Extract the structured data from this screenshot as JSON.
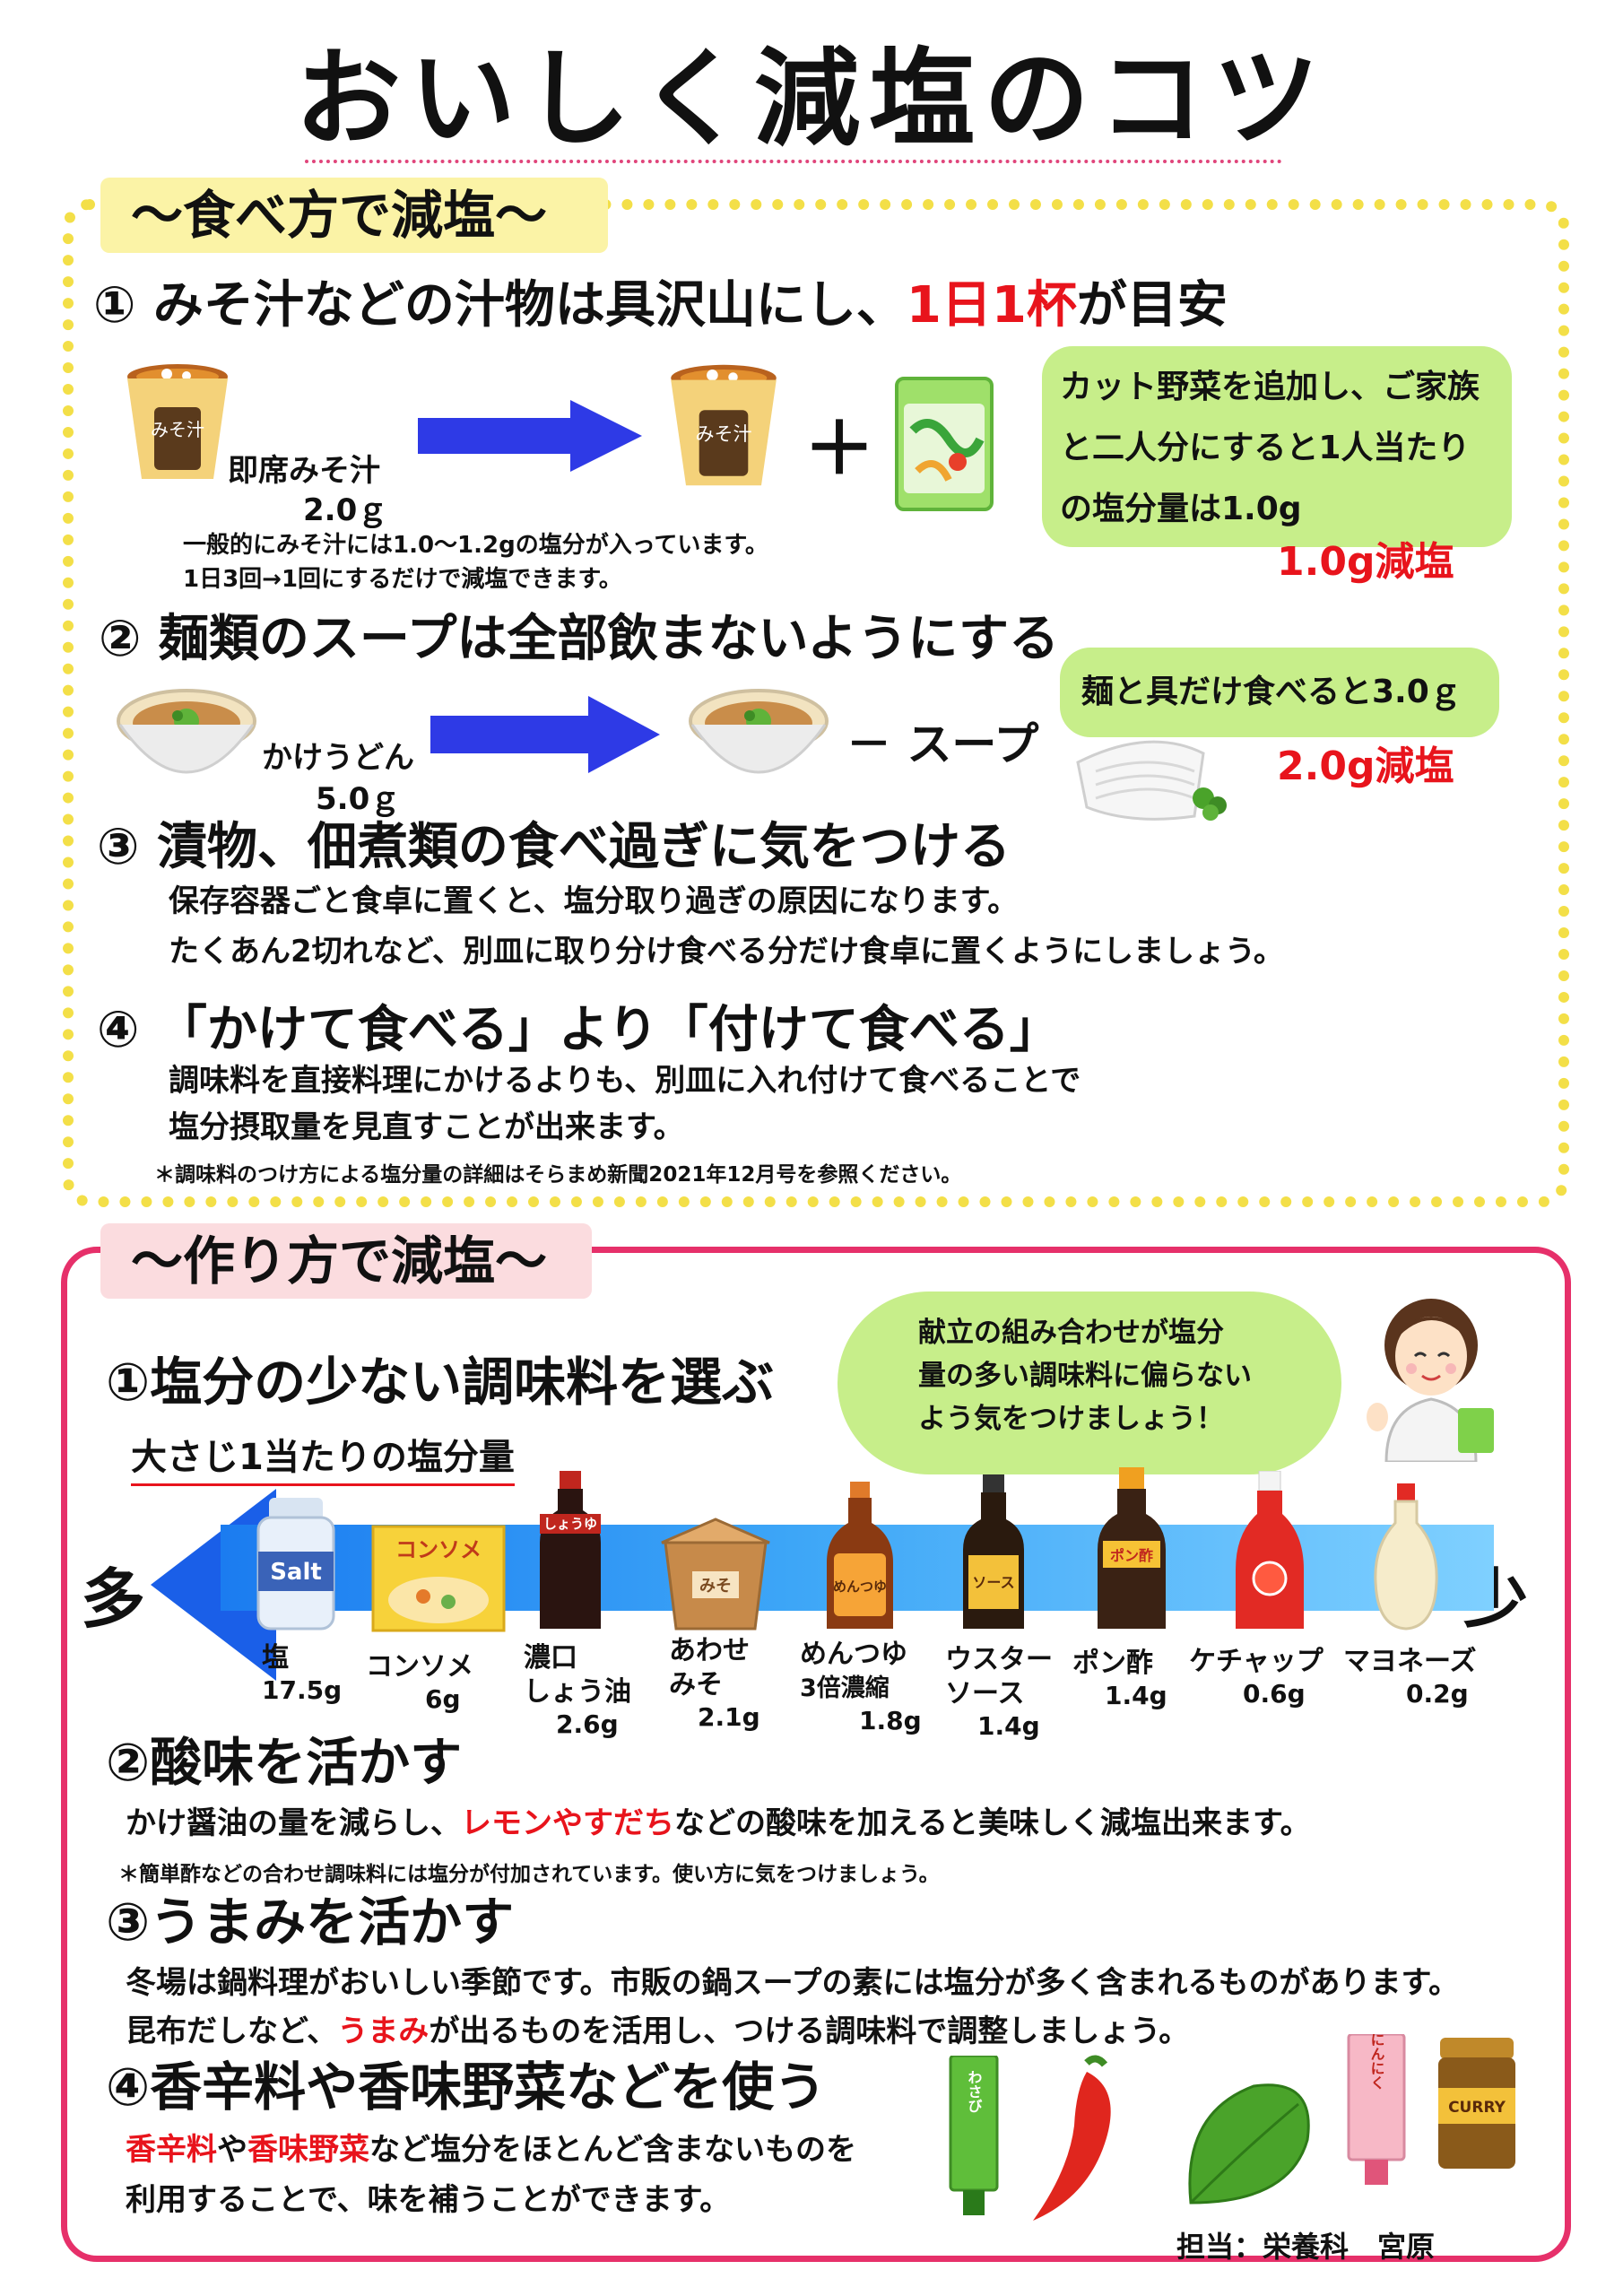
{
  "title": "おいしく減塩のコツ",
  "eating": {
    "label": "～食べ方で減塩～",
    "item1": {
      "prefix": "① みそ汁などの汁物は具沢山にし、",
      "highlight": "1日1杯",
      "suffix": "が目安",
      "product_label": "即席みそ汁",
      "product_value": "2.0ｇ",
      "cup_text": "みそ汁",
      "note_line1": "一般的にみそ汁には1.0～1.2gの塩分が入っています。",
      "note_line2": "1日3回→1回にするだけで減塩できます。",
      "plus": "＋",
      "bubble_lines": [
        "カット野菜を追加し、ご家族",
        "と二人分にすると1人当たり",
        "の塩分量は1.0g"
      ],
      "result": "1.0g減塩"
    },
    "item2": {
      "heading": "② 麺類のスープは全部飲まないようにする",
      "product_label": "かけうどん",
      "product_value": "5.0ｇ",
      "minus": "－ スープ",
      "bubble": "麺と具だけ食べると3.0ｇ",
      "result": "2.0g減塩"
    },
    "item3": {
      "heading": "③ 漬物、佃煮類の食べ過ぎに気をつける",
      "line1": "保存容器ごと食卓に置くと、塩分取り過ぎの原因になります。",
      "line2": "たくあん2切れなど、別皿に取り分け食べる分だけ食卓に置くようにしましょう。"
    },
    "item4": {
      "heading": "④ 「かけて食べる」より「付けて食べる」",
      "line1": "調味料を直接料理にかけるよりも、別皿に入れ付けて食べることで",
      "line2": "塩分摂取量を見直すことが出来ます。",
      "note": "＊調味料のつけ方による塩分量の詳細はそらまめ新聞2021年12月号を参照ください。"
    }
  },
  "cooking": {
    "label": "～作り方で減塩～",
    "item1": {
      "heading": "①塩分の少ない調味料を選ぶ",
      "sub": "大さじ1当たりの塩分量",
      "more": "多",
      "less": "少",
      "bubble_lines": [
        "献立の組み合わせが塩分",
        "量の多い調味料に偏らない",
        "よう気をつけましょう！"
      ]
    },
    "seasonings": [
      {
        "name": [
          "塩"
        ],
        "value": "17.5g",
        "pkg": "Salt"
      },
      {
        "name": [
          "コンソメ"
        ],
        "value": "6g",
        "pkg": "コンソメ"
      },
      {
        "name": [
          "濃口",
          "しょう油"
        ],
        "value": "2.6g",
        "pkg": "しょうゆ"
      },
      {
        "name": [
          "あわせ",
          "みそ"
        ],
        "value": "2.1g",
        "pkg": "みそ"
      },
      {
        "name": [
          "めんつゆ",
          "3倍濃縮"
        ],
        "value": "1.8g",
        "pkg": "めんつゆ"
      },
      {
        "name": [
          "ウスター",
          "ソース"
        ],
        "value": "1.4g",
        "pkg": "ソース"
      },
      {
        "name": [
          "ポン酢"
        ],
        "value": "1.4g",
        "pkg": "ポン酢"
      },
      {
        "name": [
          "ケチャップ"
        ],
        "value": "0.6g",
        "pkg": ""
      },
      {
        "name": [
          "マヨネーズ"
        ],
        "value": "0.2g",
        "pkg": ""
      }
    ],
    "item2": {
      "heading": "②酸味を活かす",
      "pre": "かけ醤油の量を減らし、",
      "highlight": "レモンやすだち",
      "post": "などの酸味を加えると美味しく減塩出来ます。",
      "note": "＊簡単酢などの合わせ調味料には塩分が付加されています。使い方に気をつけましょう。"
    },
    "item3": {
      "heading": "③うまみを活かす",
      "line1": "冬場は鍋料理がおいしい季節です。市販の鍋スープの素には塩分が多く含まれるものがあります。",
      "line2_pre": "昆布だしなど、",
      "line2_hl": "うまみ",
      "line2_post": "が出るものを活用し、つける調味料で調整しましょう。"
    },
    "item4": {
      "heading": "④香辛料や香味野菜などを使う",
      "hl1": "香辛料",
      "mid1": "や",
      "hl2": "香味野菜",
      "rest1": "など塩分をほとんど含まないものを",
      "line2": "利用することで、味を補うことができます。",
      "tube1": "わさび",
      "tube2": "にんにく",
      "can": "CURRY"
    },
    "author": "担当：栄養科　宮原"
  },
  "colors": {
    "red": "#e8141c",
    "yellow_border": "#f3df48",
    "pink_border": "#e6306a",
    "bubble": "#c7ee8a",
    "arrow": "#2e3ae6"
  }
}
